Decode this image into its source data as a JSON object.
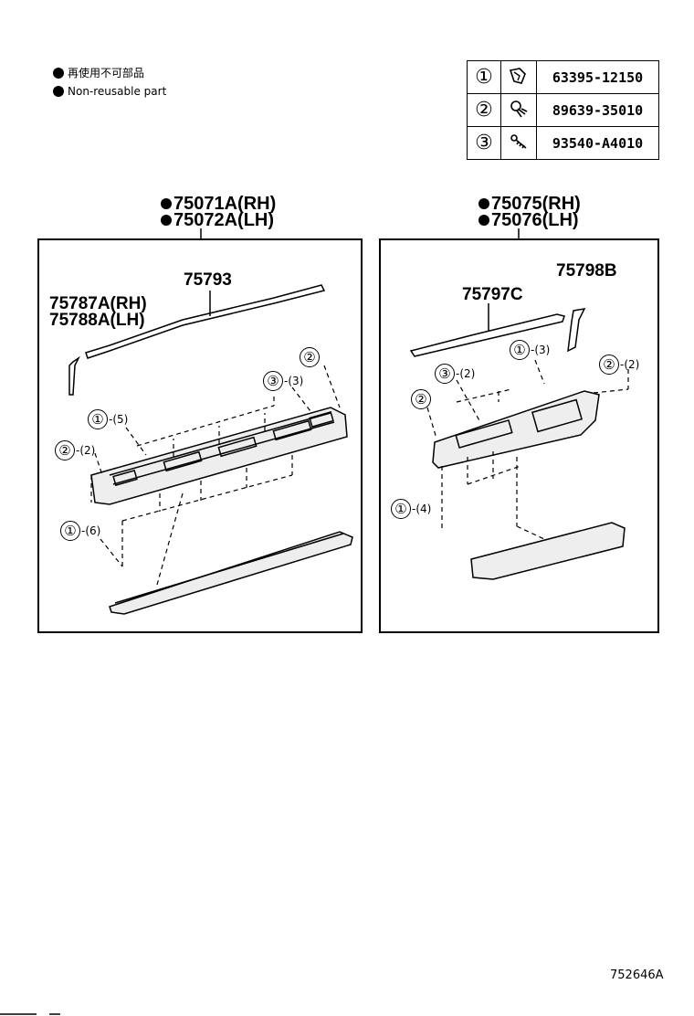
{
  "legend": [
    {
      "text": "再使用不可部品"
    },
    {
      "text": "Non-reusable part"
    }
  ],
  "parts_table": [
    {
      "num": "①",
      "icon": "clip-icon",
      "part": "63395-12150"
    },
    {
      "num": "②",
      "icon": "clip-icon",
      "part": "89639-35010"
    },
    {
      "num": "③",
      "icon": "screw-icon",
      "part": "93540-A4010"
    }
  ],
  "assemblies": {
    "left": [
      "75071A(RH)",
      "75072A(LH)"
    ],
    "right": [
      "75075(RH)",
      "75076(LH)"
    ]
  },
  "part_labels": {
    "left_top_strip": "75793",
    "left_end_rh": "75787A(RH)",
    "left_end_lh": "75788A(LH)",
    "right_top_strip": "75797C",
    "right_end": "75798B"
  },
  "callouts": {
    "left": [
      {
        "num": "①",
        "qty": "-(5)"
      },
      {
        "num": "②",
        "qty": "-(2)"
      },
      {
        "num": "①",
        "qty": "-(6)"
      },
      {
        "num": "③",
        "qty": "-(3)"
      },
      {
        "num": "②",
        "qty": ""
      }
    ],
    "right": [
      {
        "num": "①",
        "qty": "-(3)"
      },
      {
        "num": "③",
        "qty": "-(2)"
      },
      {
        "num": "②",
        "qty": ""
      },
      {
        "num": "②",
        "qty": "-(2)"
      },
      {
        "num": "①",
        "qty": "-(4)"
      }
    ]
  },
  "diagram_code": "752646A"
}
